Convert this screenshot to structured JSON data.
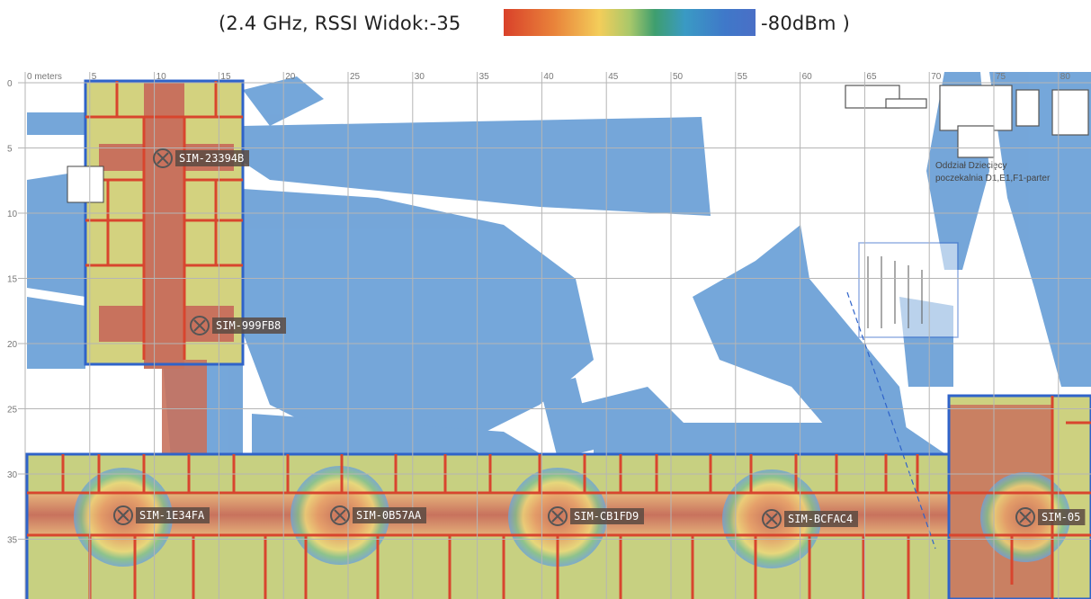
{
  "legend": {
    "left_text": "(2.4  GHz,  RSSI  Widok:-35",
    "right_text": "-80dBm )",
    "gradient_colors": [
      "#d9412a",
      "#e9833a",
      "#f3cd5a",
      "#a9c86a",
      "#3e9e6e",
      "#3a9ac4",
      "#3f78c9",
      "#4a6fc6"
    ]
  },
  "ruler": {
    "x_ticks": [
      "0 meters",
      "5",
      "10",
      "15",
      "20",
      "25",
      "30",
      "35",
      "40",
      "45",
      "50",
      "55",
      "60",
      "65",
      "70",
      "75",
      "80"
    ],
    "y_ticks": [
      "0",
      "5",
      "10",
      "15",
      "20",
      "25",
      "30",
      "35"
    ]
  },
  "access_points": [
    {
      "label": "SIM-23394B"
    },
    {
      "label": "SIM-999FB8"
    },
    {
      "label": "SIM-1E34FA"
    },
    {
      "label": "SIM-0B57AA"
    },
    {
      "label": "SIM-CB1FD9"
    },
    {
      "label": "SIM-BCFAC4"
    },
    {
      "label": "SIM-05"
    }
  ],
  "notes": {
    "top_right_line1": "Oddział Dziecięcy",
    "top_right_line2": "poczekalnia D1,E1,F1-parter"
  },
  "colors": {
    "coverage_blue": "#6ea2d8",
    "coverage_green": "#7fbf8f",
    "coverage_yellow": "#efd97a",
    "coverage_red": "#c8725d",
    "wall_red": "#d8452e",
    "building_outline": "#2f63c9"
  }
}
